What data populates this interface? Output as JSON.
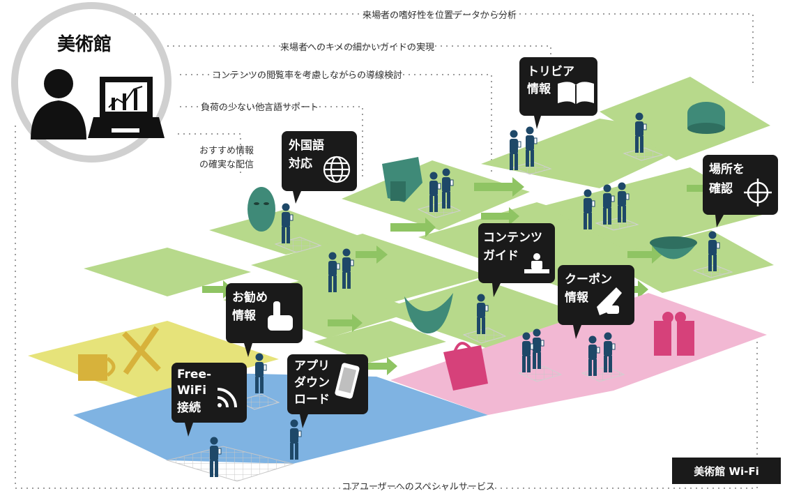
{
  "title": "美術館",
  "top_notes": [
    "来場者の嗜好性を位置データから分析",
    "来場者へのキメの細かいガイドの実現",
    "コンテンツの閲覧率を考慮しながらの導線検討",
    "負荷の少ない他言語サポート"
  ],
  "left_note": [
    "おすすめ情報",
    "の確実な配信"
  ],
  "bottom_note": "コアユーザーへのスペシャルサービス",
  "footer_label": "美術館 Wi-Fi",
  "bubbles": {
    "trivia": [
      "トリビア",
      "情報"
    ],
    "foreign": [
      "外国語",
      "対応"
    ],
    "location": [
      "場所を",
      "確認"
    ],
    "contents": [
      "コンテンツ",
      "ガイド"
    ],
    "coupon": [
      "クーポン",
      "情報"
    ],
    "recommend": [
      "お勧め",
      "情報"
    ],
    "wifi": [
      "Free-",
      "WiFi",
      "接続"
    ],
    "app": [
      "アプリ",
      "ダウン",
      "ロード"
    ]
  },
  "colors": {
    "green": "#b7d98b",
    "green_dark": "#8fc463",
    "yellow": "#e6e37a",
    "blue": "#7fb3e2",
    "pink": "#f2b8d3",
    "navy": "#1e4868",
    "teal": "#3f8a78",
    "magenta": "#d6417a",
    "mustard": "#d7b23b",
    "bubble": "#1a1a1a"
  }
}
